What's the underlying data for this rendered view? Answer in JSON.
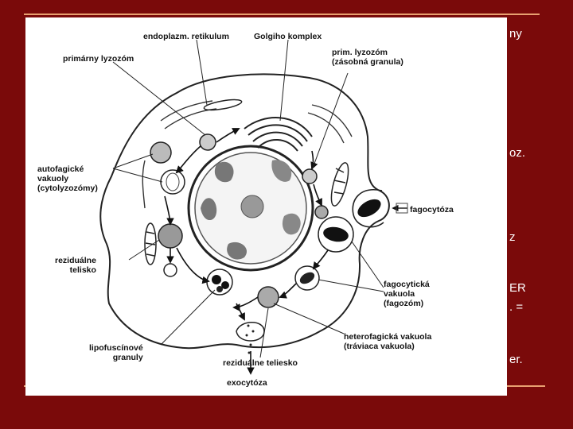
{
  "slide": {
    "background_color": "#7a0a0a",
    "rule_color": "#e8a070",
    "bg_fragments": [
      "ny",
      "oz.",
      "z",
      "ER",
      ". =",
      "er."
    ]
  },
  "diagram": {
    "labels": {
      "er": "endoplazm. retikulum",
      "golgi": "Golgiho komplex",
      "primary_lysosome": "primárny lyzozóm",
      "prim_lysosome_line1": "prim. lyzozóm",
      "prim_lysosome_line2": "(zásobná granula)",
      "autophagic_line1": "autofagické",
      "autophagic_line2": "vakuoly",
      "autophagic_line3": "(cytolyzozómy)",
      "phagocytosis": "fagocytóza",
      "residual_body_line1": "reziduálne",
      "residual_body_line2": "telisko",
      "phagocytic_line1": "fagocytická",
      "phagocytic_line2": "vakuola",
      "phagocytic_line3": "(fagozóm)",
      "lipofuscin_line1": "lipofuscínové",
      "lipofuscin_line2": "granuly",
      "heterophagic_line1": "heterofagická vakuola",
      "heterophagic_line2": "(tráviaca vakuola)",
      "residual_body_2": "reziduálne teliesko",
      "exocytosis": "exocytóza"
    }
  }
}
